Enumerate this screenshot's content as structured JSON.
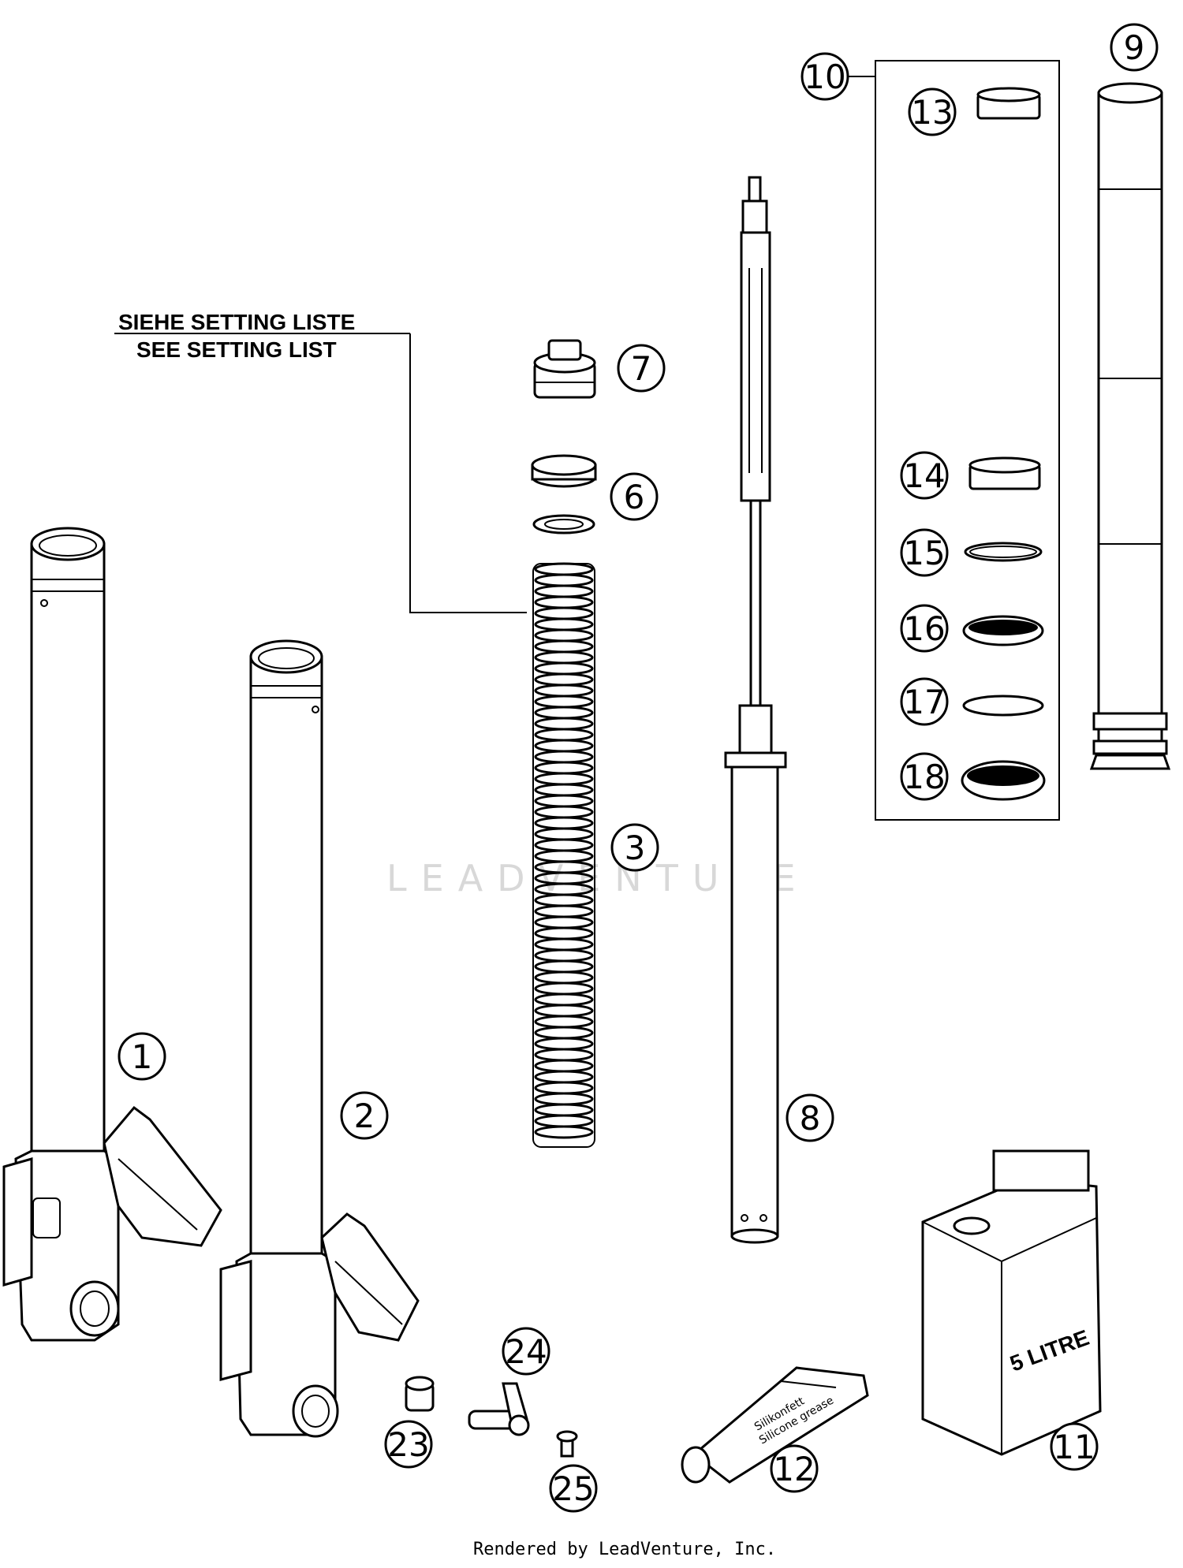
{
  "callouts": [
    {
      "id": "1",
      "label": "1"
    },
    {
      "id": "2",
      "label": "2"
    },
    {
      "id": "3",
      "label": "3"
    },
    {
      "id": "6",
      "label": "6"
    },
    {
      "id": "7",
      "label": "7"
    },
    {
      "id": "8",
      "label": "8"
    },
    {
      "id": "9",
      "label": "9"
    },
    {
      "id": "10",
      "label": "10"
    },
    {
      "id": "11",
      "label": "11"
    },
    {
      "id": "12",
      "label": "12"
    },
    {
      "id": "13",
      "label": "13"
    },
    {
      "id": "14",
      "label": "14"
    },
    {
      "id": "15",
      "label": "15"
    },
    {
      "id": "16",
      "label": "16"
    },
    {
      "id": "17",
      "label": "17"
    },
    {
      "id": "18",
      "label": "18"
    },
    {
      "id": "23",
      "label": "23"
    },
    {
      "id": "24",
      "label": "24"
    },
    {
      "id": "25",
      "label": "25"
    }
  ],
  "note": {
    "line1": "SIEHE SETTING LISTE",
    "line2": "SEE SETTING LIST"
  },
  "can_label": "5 LITRE",
  "tube_label_line1": "Silikonfett",
  "tube_label_line2": "Silicone grease",
  "watermark": "LEADVENTURE",
  "footer": "Rendered by LeadVenture, Inc."
}
